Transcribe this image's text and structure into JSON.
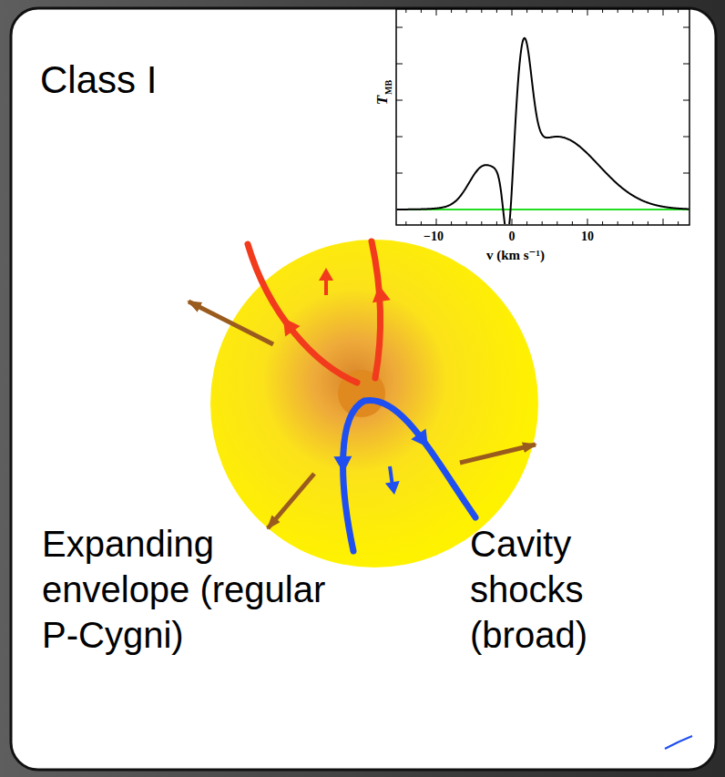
{
  "diagram": {
    "title": "Class I",
    "labels": [
      "T",
      "MB",
      "−10",
      "0",
      "10",
      "v (km s⁻¹)",
      "Expanding envelope (regular P-Cygni)",
      "Cavity shocks (broad)"
    ]
  }
}
